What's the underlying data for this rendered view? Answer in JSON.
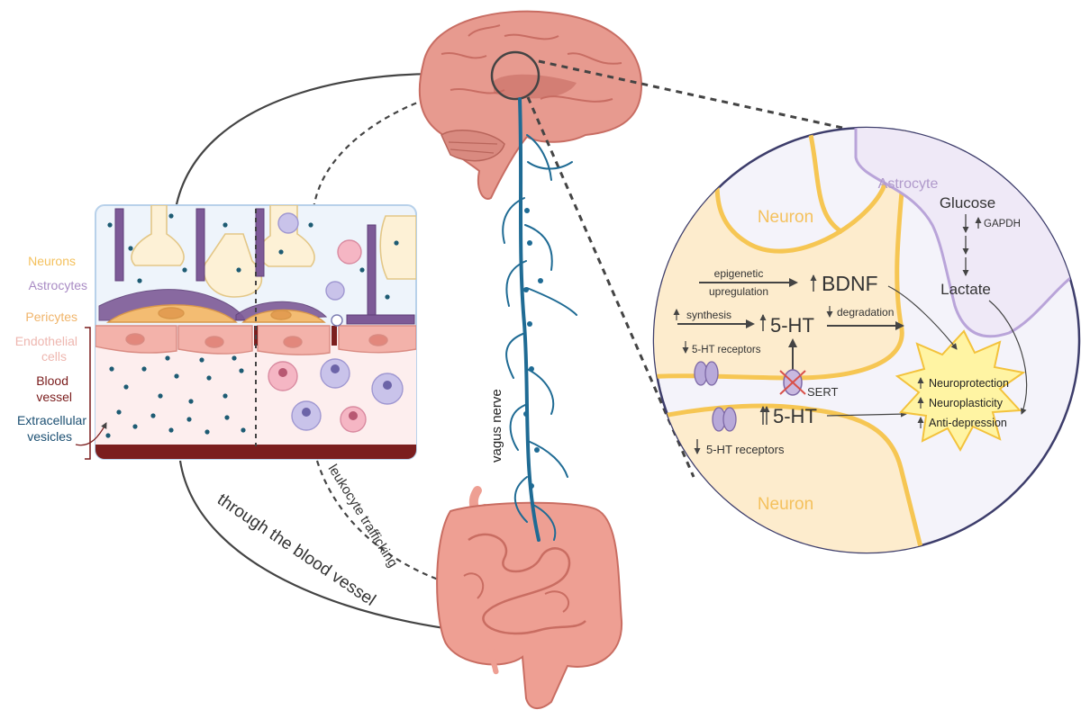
{
  "left_legend": {
    "neurons": "Neurons",
    "astrocytes": "Astrocytes",
    "pericytes": "Pericytes",
    "endothelial_1": "Endothelial",
    "endothelial_2": "cells",
    "blood_1": "Blood",
    "blood_2": "vessel",
    "ev_1": "Extracellular",
    "ev_2": "vesicles"
  },
  "pathways": {
    "blood": "through the blood vessel",
    "leukocyte": "leukocyte trafficking",
    "vagus": "vagus nerve"
  },
  "zoom": {
    "neuron_top": "Neuron",
    "neuron_bottom": "Neuron",
    "astrocyte": "Astrocyte",
    "glucose": "Glucose",
    "gapdh": "GAPDH",
    "lactate": "Lactate",
    "epigenetic_1": "epigenetic",
    "epigenetic_2": "upregulation",
    "bdnf": "BDNF",
    "synthesis": "synthesis",
    "ht_top": "5-HT",
    "degradation": "degradation",
    "receptors_top": "5-HT receptors",
    "sert": "SERT",
    "ht_cleft": "5-HT",
    "receptors_bottom": "5-HT receptors",
    "outcomes": [
      "Neuroprotection",
      "Neuroplasticity",
      "Anti-depression"
    ]
  },
  "colors": {
    "neuron_label": "#f4c15d",
    "astrocyte_label": "#a98bc4",
    "pericyte_label": "#f0b46a",
    "endothelial_label": "#eeb7b0",
    "blood_label": "#7a1c1c",
    "vesicle_label": "#1b4f72",
    "vesicle": "#1d5b73",
    "vagus": "#1f6b94",
    "brain": "#e79a8f",
    "gut": "#ee9f93",
    "star": "#fff4a3"
  }
}
